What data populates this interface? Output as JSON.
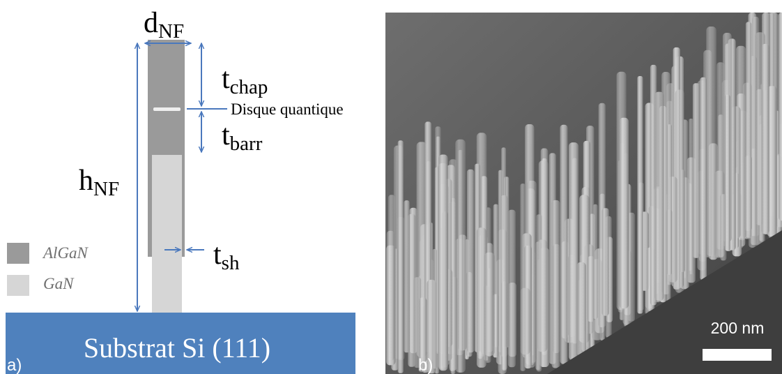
{
  "panel_a": {
    "label": "a)",
    "substrate_label": "Substrat Si (111)",
    "dims": {
      "d_base": "d",
      "d_sub": "NF",
      "h_base": "h",
      "h_sub": "NF",
      "tchap_base": "t",
      "tchap_sub": "chap",
      "tbarr_base": "t",
      "tbarr_sub": "barr",
      "tsh_base": "t",
      "tsh_sub": "sh"
    },
    "disk_label": "Disque quantique",
    "legend": [
      {
        "label": "AlGaN",
        "color": "#9a9a9a"
      },
      {
        "label": "GaN",
        "color": "#d6d6d6"
      }
    ],
    "colors": {
      "arrow": "#4a78bd",
      "substrate": "#4f81bd",
      "algan": "#9a9a9a",
      "gan": "#d6d6d6"
    }
  },
  "panel_b": {
    "label": "b)",
    "scale_bar_label": "200 nm"
  }
}
